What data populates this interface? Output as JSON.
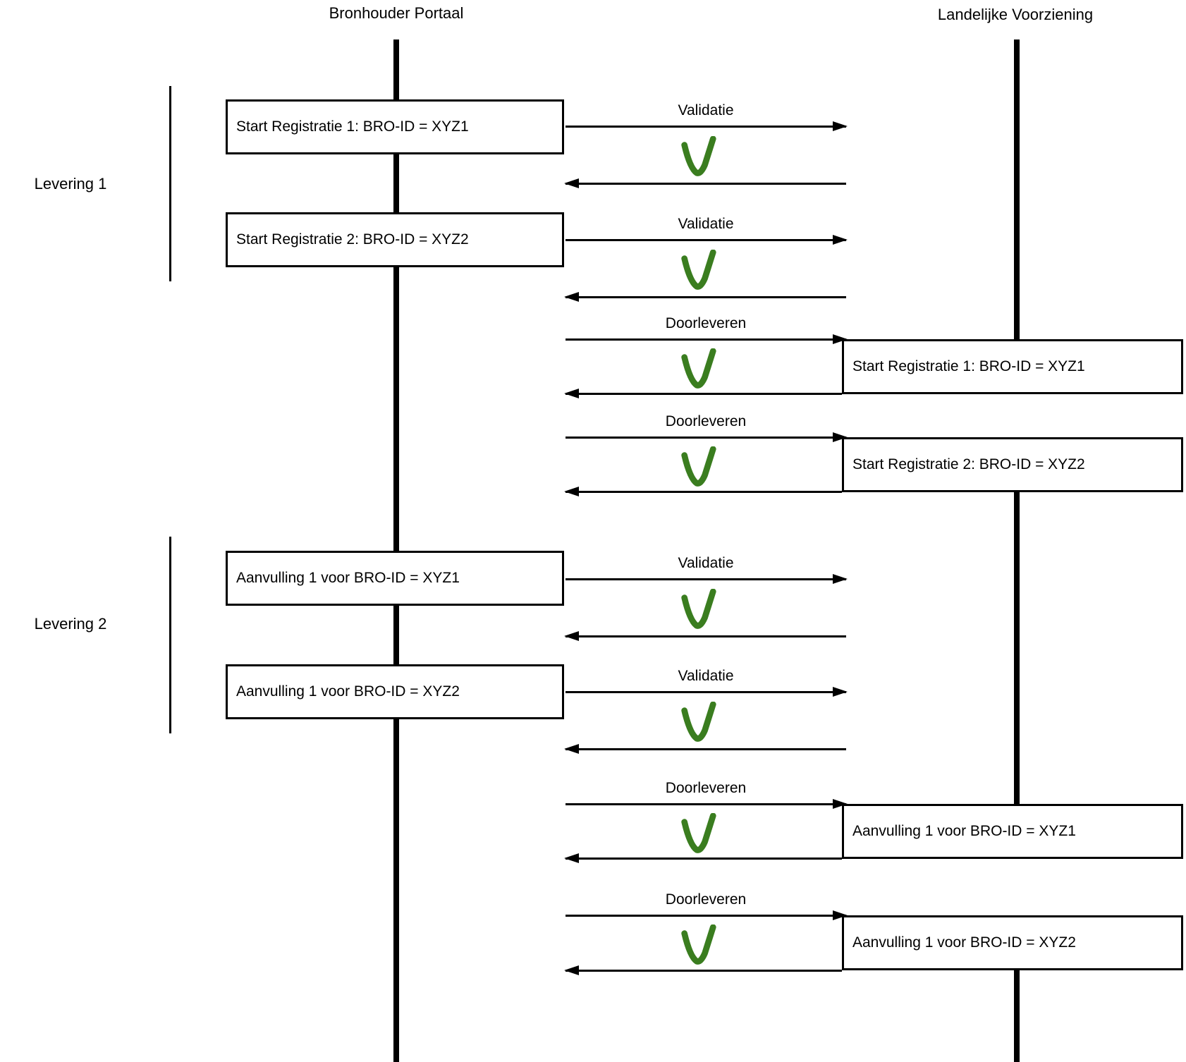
{
  "diagram": {
    "title_left_actor": "Bronhouder Portaal",
    "title_right_actor": "Landelijke Voorziening",
    "groups": [
      {
        "label": "Levering 1"
      },
      {
        "label": "Levering 2"
      }
    ],
    "left_boxes": [
      {
        "label": "Start Registratie 1: BRO-ID = XYZ1"
      },
      {
        "label": "Start Registratie 2: BRO-ID = XYZ2"
      },
      {
        "label": "Aanvulling 1 voor BRO-ID = XYZ1"
      },
      {
        "label": "Aanvulling 1 voor BRO-ID = XYZ2"
      }
    ],
    "right_boxes": [
      {
        "label": "Start Registratie 1: BRO-ID = XYZ1"
      },
      {
        "label": "Start Registratie 2: BRO-ID = XYZ2"
      },
      {
        "label": "Aanvulling 1 voor BRO-ID = XYZ1"
      },
      {
        "label": "Aanvulling 1 voor BRO-ID = XYZ2"
      }
    ],
    "exchanges": [
      {
        "label": "Validatie",
        "result": "success"
      },
      {
        "label": "Validatie",
        "result": "success"
      },
      {
        "label": "Doorleveren",
        "result": "success"
      },
      {
        "label": "Doorleveren",
        "result": "success"
      },
      {
        "label": "Validatie",
        "result": "success"
      },
      {
        "label": "Validatie",
        "result": "success"
      },
      {
        "label": "Doorleveren",
        "result": "success"
      },
      {
        "label": "Doorleveren",
        "result": "success"
      }
    ],
    "colors": {
      "check_green": "#3a7d1f",
      "line_black": "#000000",
      "background": "#ffffff"
    }
  }
}
